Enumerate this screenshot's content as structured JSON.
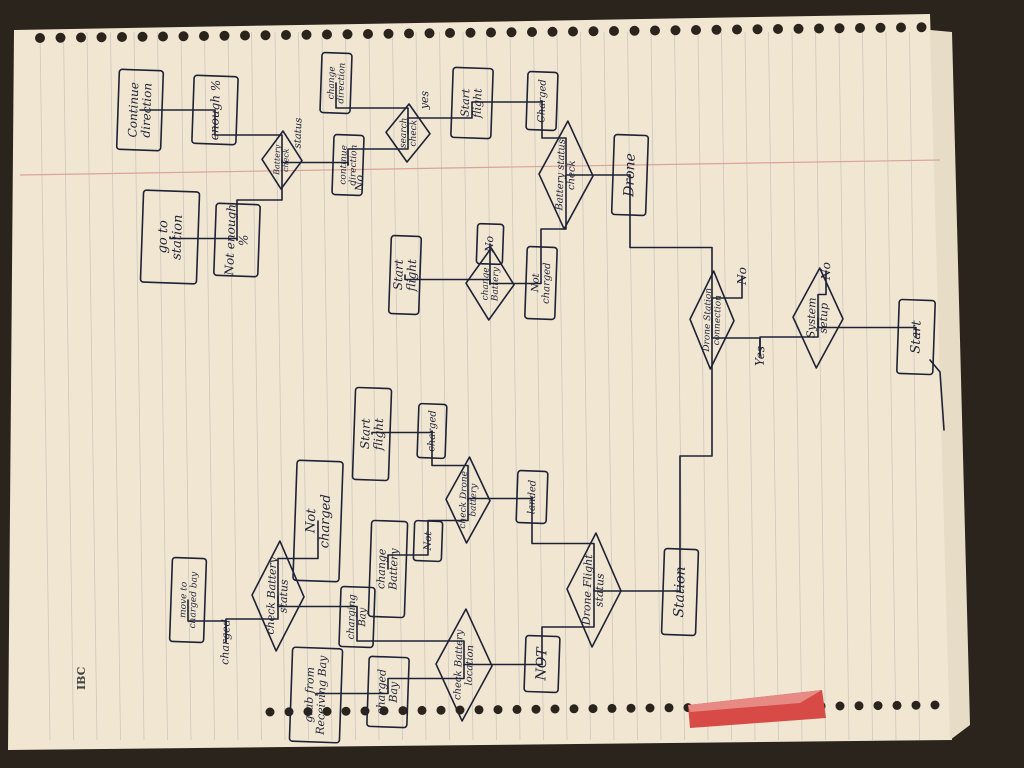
{
  "photo": {
    "paper_color": "#f1e6d2",
    "line_color": "#c9c6c0",
    "margin_color": "#d9a39a",
    "ink_color": "#1e2236",
    "background_color": "#2a241c"
  },
  "brand": "IBC",
  "tab_color": "#d84a46",
  "flowchart": {
    "start": "Start",
    "system_setup": "System setup",
    "setup_no": "No",
    "setup_yes": "Yes",
    "drone_station_connection": "Drone Station connection",
    "conn_no": "No",
    "drone": "Drone",
    "station": "Station",
    "battery_status_check": "Battery status check",
    "charged": "Charged",
    "not_charged": "Not charged",
    "start_flight_1": "Start flight",
    "change_battery_1": "change Battery",
    "no_label": "No",
    "start_flight_2": "Start flight",
    "search_check": "search check",
    "yes_label": "yes",
    "change_direction": "change direction",
    "battery_check_small": "Battery check",
    "status_label": "status",
    "continue_direction_small": "continue direction",
    "no_label_2": "No",
    "continue_direction": "Continue direction",
    "enough": "enough %",
    "not_enough": "Not enough %",
    "go_to_station": "go to station",
    "drone_flight_status": "Drone Flight status",
    "landed": "landed",
    "not": "NOT",
    "check_drone_battery": "check Drone battery",
    "charged_2": "charged",
    "not_2": "Not",
    "start_flight_3": "Start flight",
    "change_battery_2": "change Battery",
    "check_battery_location": "check Battery location",
    "charging_bay": "charging Bay",
    "charged_bay": "charged Bay",
    "grab_from_receiving_bay": "grab from Receiving Bay",
    "check_battery_status": "check Battery status",
    "not_charged_2": "Not charged",
    "charged_label": "charged",
    "move_to_charged_bay": "move to charged bay"
  }
}
